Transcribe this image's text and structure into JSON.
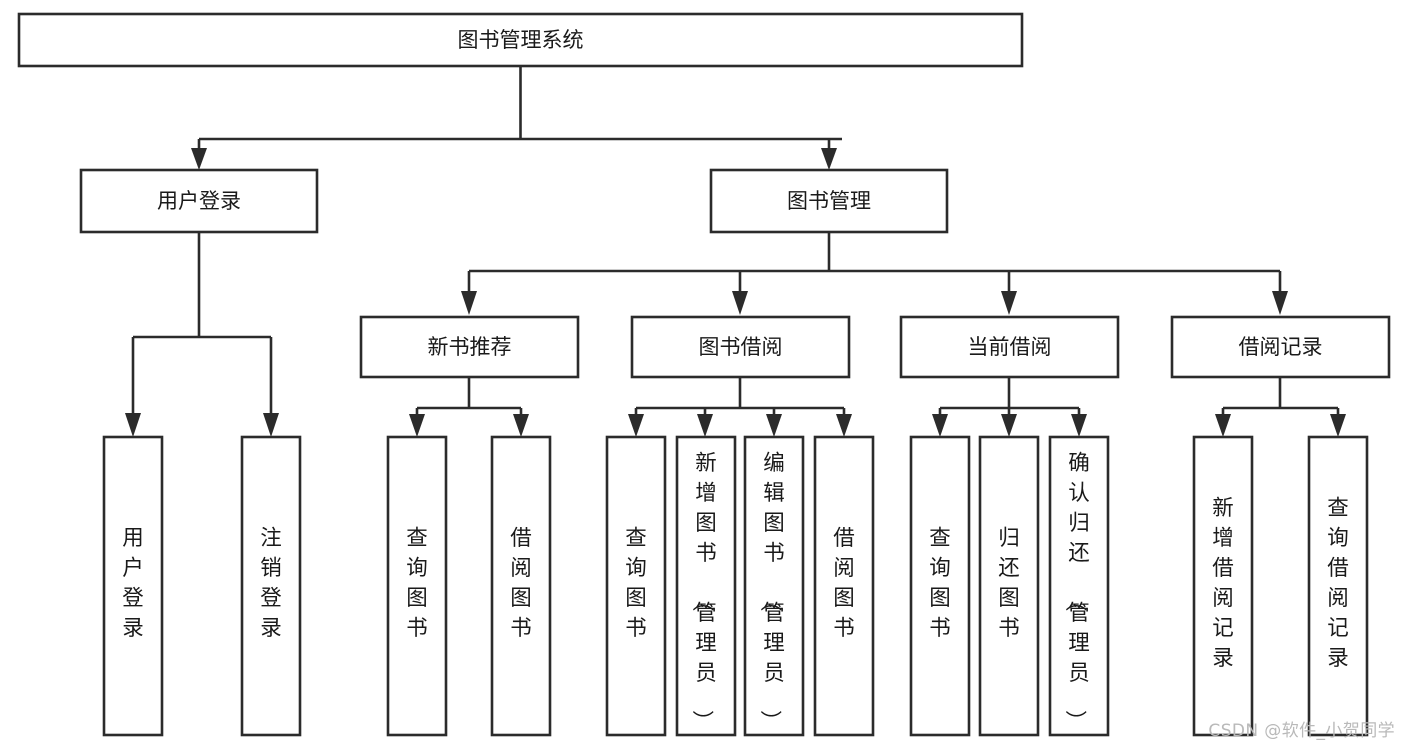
{
  "diagram": {
    "type": "tree-hierarchy-chart",
    "title": "图书管理系统",
    "orientation": "top-down",
    "watermark": "CSDN @软件_小贺同学",
    "colors": {
      "box_stroke": "#2b2b2b",
      "box_fill": "#ffffff",
      "connector": "#2b2b2b",
      "text": "#1a1a1a",
      "background": "#ffffff",
      "watermark": "#b9b9b9"
    },
    "root": {
      "id": "root",
      "label": "图书管理系统"
    },
    "level2": [
      {
        "id": "user-login",
        "label": "用户登录"
      },
      {
        "id": "book-manage",
        "label": "图书管理"
      }
    ],
    "level3": [
      {
        "id": "new-book-recommend",
        "label": "新书推荐",
        "parent": "book-manage"
      },
      {
        "id": "book-borrow",
        "label": "图书借阅",
        "parent": "book-manage"
      },
      {
        "id": "current-borrow",
        "label": "当前借阅",
        "parent": "book-manage"
      },
      {
        "id": "borrow-record",
        "label": "借阅记录",
        "parent": "book-manage"
      }
    ],
    "leaves": [
      {
        "id": "leaf-user-login",
        "label": "用户登录",
        "parent": "user-login"
      },
      {
        "id": "leaf-user-logout",
        "label": "注销登录",
        "parent": "user-login"
      },
      {
        "id": "leaf-query-book-1",
        "label": "查询图书",
        "parent": "new-book-recommend"
      },
      {
        "id": "leaf-borrow-book-1",
        "label": "借阅图书",
        "parent": "new-book-recommend"
      },
      {
        "id": "leaf-query-book-2",
        "label": "查询图书",
        "parent": "book-borrow"
      },
      {
        "id": "leaf-add-book",
        "label": "新增图书（管理员）",
        "parent": "book-borrow"
      },
      {
        "id": "leaf-edit-book",
        "label": "编辑图书（管理员）",
        "parent": "book-borrow"
      },
      {
        "id": "leaf-borrow-book-2",
        "label": "借阅图书",
        "parent": "book-borrow"
      },
      {
        "id": "leaf-query-book-3",
        "label": "查询图书",
        "parent": "current-borrow"
      },
      {
        "id": "leaf-return-book",
        "label": "归还图书",
        "parent": "current-borrow"
      },
      {
        "id": "leaf-confirm-return",
        "label": "确认归还（管理员）",
        "parent": "current-borrow"
      },
      {
        "id": "leaf-add-record",
        "label": "新增借阅记录",
        "parent": "borrow-record"
      },
      {
        "id": "leaf-query-record",
        "label": "查询借阅记录",
        "parent": "borrow-record"
      }
    ]
  }
}
